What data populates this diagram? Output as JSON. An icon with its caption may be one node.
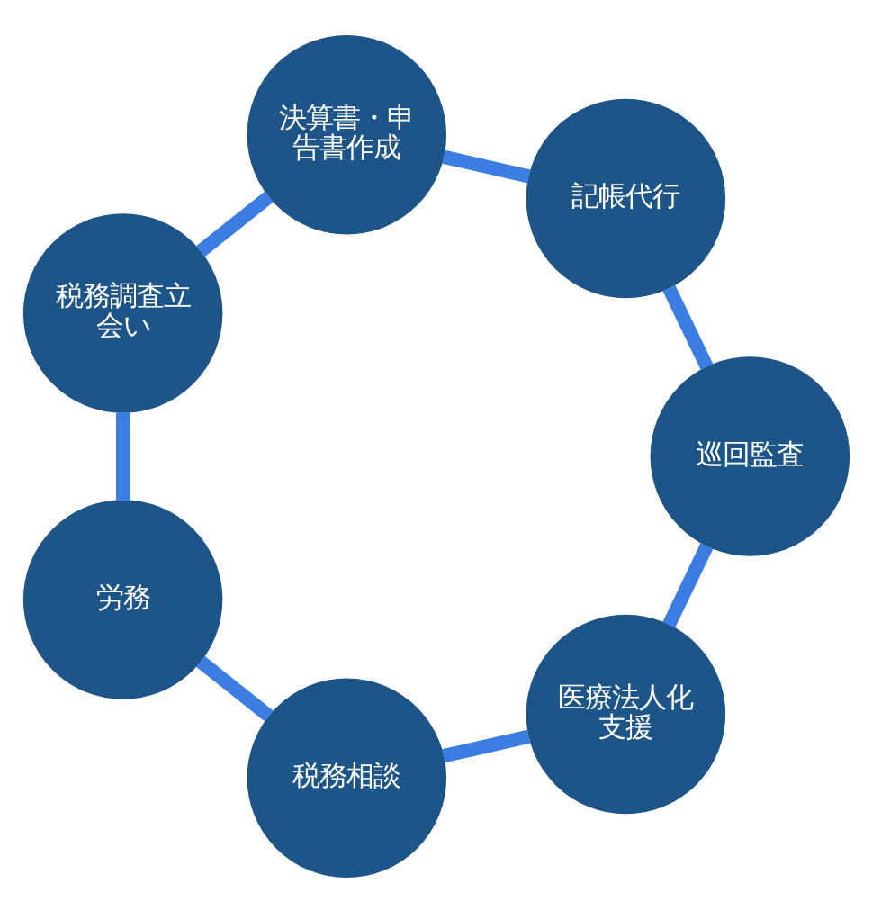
{
  "diagram": {
    "nodes": [
      {
        "text": [
          "医療法人化支援"
        ]
      },
      {
        "text": [
          "税務相談"
        ]
      },
      {
        "text": [
          "労務"
        ]
      },
      {
        "text": [
          "税務調査立会い"
        ]
      },
      {
        "text": [
          "決算書・申告書作成"
        ]
      },
      {
        "text": [
          "記帳代行"
        ]
      },
      {
        "text": [
          "巡回監査"
        ]
      }
    ],
    "edges": [
      {
        "from": 0,
        "to": 1,
        "arrow": "none"
      },
      {
        "from": 1,
        "to": 2,
        "arrow": "none"
      },
      {
        "from": 2,
        "to": 3,
        "arrow": "none"
      },
      {
        "from": 3,
        "to": 4,
        "arrow": "none"
      },
      {
        "from": 4,
        "to": 5,
        "arrow": "none"
      },
      {
        "from": 5,
        "to": 6,
        "arrow": "none"
      },
      {
        "from": 6,
        "to": 0,
        "arrow": "none"
      }
    ]
  }
}
